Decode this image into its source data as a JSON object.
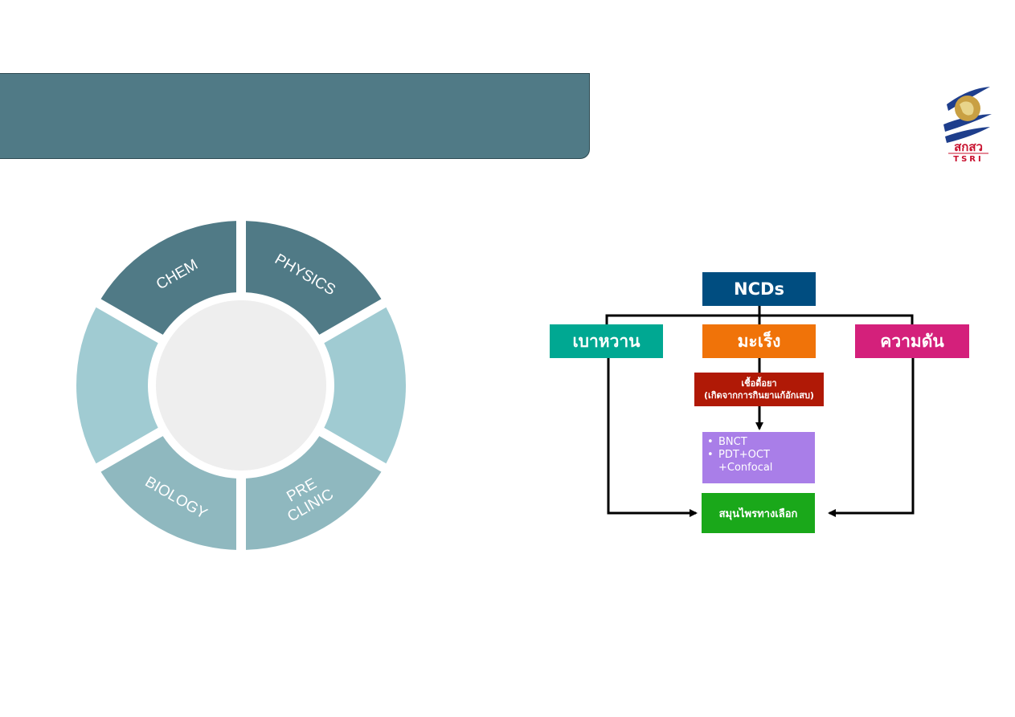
{
  "logo": {
    "thai_text": "สกสว",
    "en_text": "TSRI"
  },
  "ring": {
    "segments": [
      {
        "id": "chem",
        "label": "CHEM",
        "color": "#507a86"
      },
      {
        "id": "physics",
        "label": "PHYSICS",
        "color": "#507a86"
      },
      {
        "id": "right",
        "label": "",
        "color": "#a0cbd2"
      },
      {
        "id": "preclinic",
        "label": "PRE\nCLINIC",
        "color": "#8fb8bf"
      },
      {
        "id": "biology",
        "label": "BIOLOGY",
        "color": "#8fb8bf"
      },
      {
        "id": "left",
        "label": "",
        "color": "#a0cbd2"
      }
    ],
    "center_color": "#eeeeee"
  },
  "flow": {
    "root": "NCDs",
    "diabetes": "เบาหวาน",
    "cancer": "มะเร็ง",
    "pressure": "ความดัน",
    "drug_line1": "เชื้อดื้อยา",
    "drug_line2": "(เกิดจากการกินยาแก้อักเสบ)",
    "tech_items": [
      "BNCT",
      "PDT+OCT"
    ],
    "tech_cont": "+Confocal",
    "herbal": "สมุนไพรทางเลือก"
  }
}
